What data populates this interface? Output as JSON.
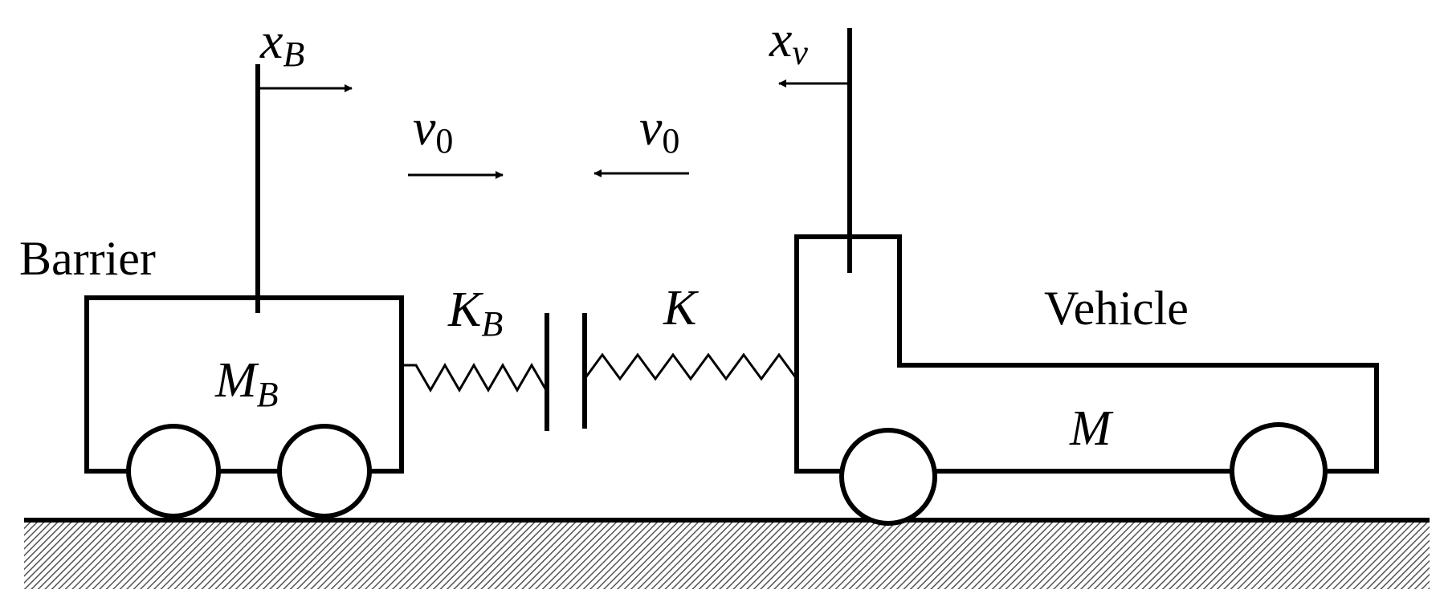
{
  "labels": {
    "barrier": "Barrier",
    "vehicle": "Vehicle",
    "barrier_mass": {
      "main": "M",
      "sub": "B"
    },
    "vehicle_mass": "M",
    "barrier_stiffness": {
      "main": "K",
      "sub": "B"
    },
    "vehicle_stiffness": "K",
    "barrier_disp": {
      "main": "x",
      "sub": "B"
    },
    "vehicle_disp": {
      "main": "x",
      "sub": "v"
    },
    "velocity_left": {
      "main": "v",
      "sub": "0"
    },
    "velocity_right": {
      "main": "v",
      "sub": "0"
    }
  },
  "colors": {
    "line": "#000000",
    "background": "#ffffff",
    "ground_hatch": "#555555"
  }
}
